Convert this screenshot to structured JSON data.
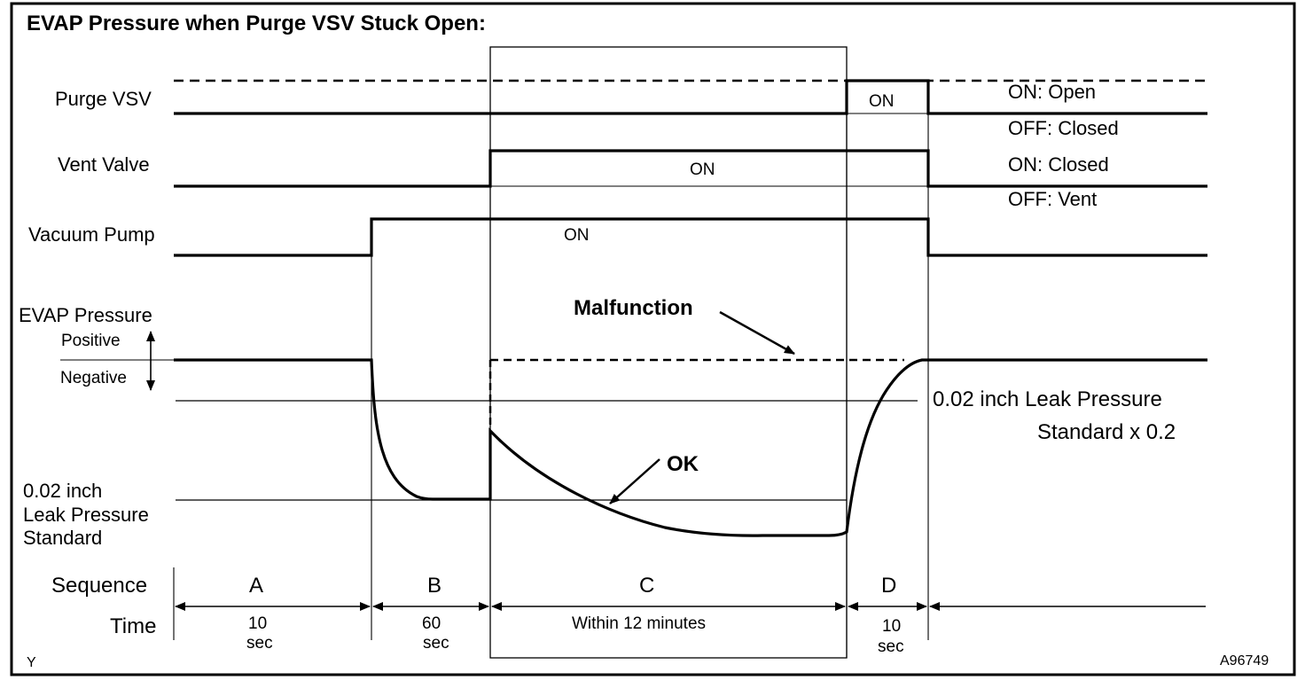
{
  "title": "EVAP Pressure when Purge VSV Stuck Open:",
  "signals": {
    "purge_vsv": "Purge VSV",
    "vent_valve": "Vent Valve",
    "vacuum_pump": "Vacuum Pump",
    "evap_pressure": "EVAP Pressure",
    "positive": "Positive",
    "negative": "Negative"
  },
  "state_labels": {
    "purge_on": "ON",
    "vent_on": "ON",
    "pump_on": "ON"
  },
  "legend": {
    "purge_on": "ON: Open",
    "purge_off": "OFF: Closed",
    "vent_on": "ON: Closed",
    "vent_off": "OFF: Vent"
  },
  "pressure_labels": {
    "malfunction": "Malfunction",
    "ok": "OK",
    "leak_x02_line1": "0.02 inch Leak Pressure",
    "leak_x02_line2": "Standard x 0.2",
    "leak_std_line1": "0.02 inch",
    "leak_std_line2": "Leak Pressure",
    "leak_std_line3": "Standard"
  },
  "sequence": {
    "label": "Sequence",
    "steps": [
      "A",
      "B",
      "C",
      "D"
    ]
  },
  "time": {
    "label": "Time",
    "a_line1": "10",
    "a_line2": "sec",
    "b_line1": "60",
    "b_line2": "sec",
    "c": "Within 12 minutes",
    "d_line1": "10",
    "d_line2": "sec"
  },
  "corner_mark": "Y",
  "figure_id": "A96749"
}
